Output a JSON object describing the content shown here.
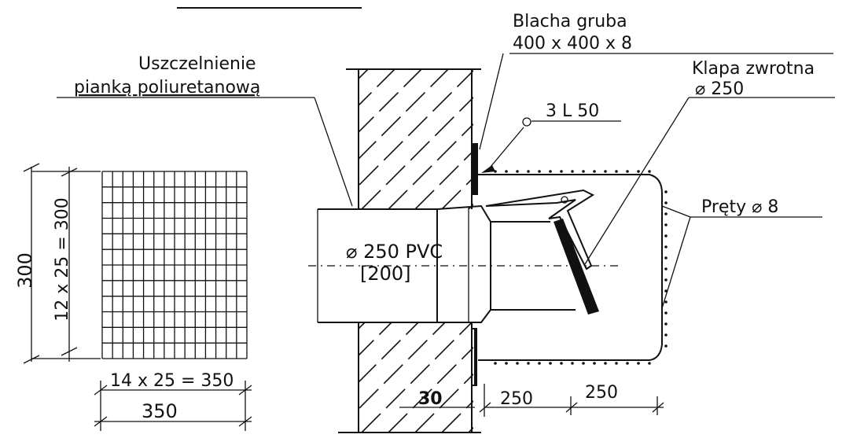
{
  "labels": {
    "plate_line1": "Blacha gruba",
    "plate_line2": "400 x 400 x 8",
    "seal_line1": "Uszczelnienie",
    "seal_line2": "pianką poliuretanową",
    "flap_line1": "Klapa zwrotna",
    "flap_line2": "⌀ 250",
    "angle": "3 L 50",
    "bars": "Pręty ⌀ 8",
    "pipe_line1": "⌀ 250 PVC",
    "pipe_line2": "[200]",
    "wall_dim": "30",
    "dim_250_a": "250",
    "dim_250_b": "250",
    "grid_height_total": "300",
    "grid_height_formula": "12 x 25 = 300",
    "grid_width_formula": "14 x 25 = 350",
    "grid_width_total": "350"
  },
  "mesh": {
    "rows": 12,
    "cols": 14
  }
}
